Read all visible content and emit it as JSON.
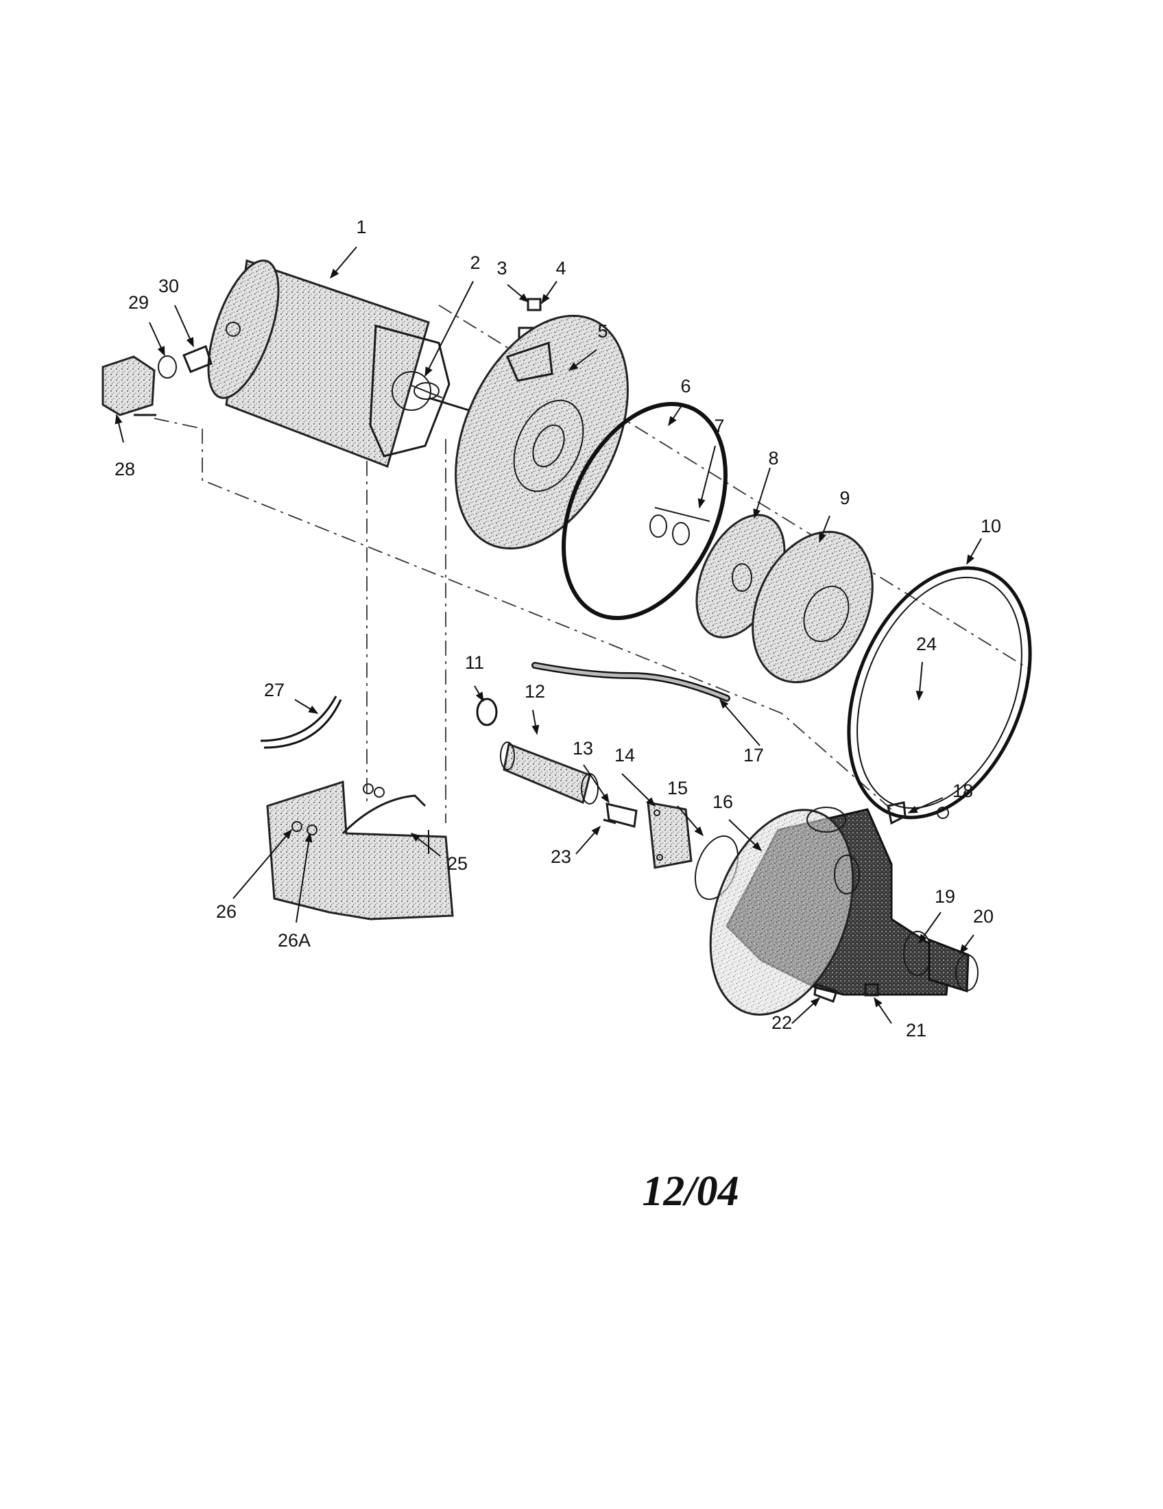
{
  "diagram": {
    "callouts": [
      "1",
      "2",
      "3",
      "4",
      "5",
      "6",
      "7",
      "8",
      "9",
      "10",
      "11",
      "12",
      "13",
      "14",
      "15",
      "16",
      "17",
      "18",
      "19",
      "20",
      "21",
      "22",
      "23",
      "24",
      "25",
      "26",
      "26A",
      "27",
      "28",
      "29",
      "30"
    ],
    "date_code": "12/04"
  }
}
